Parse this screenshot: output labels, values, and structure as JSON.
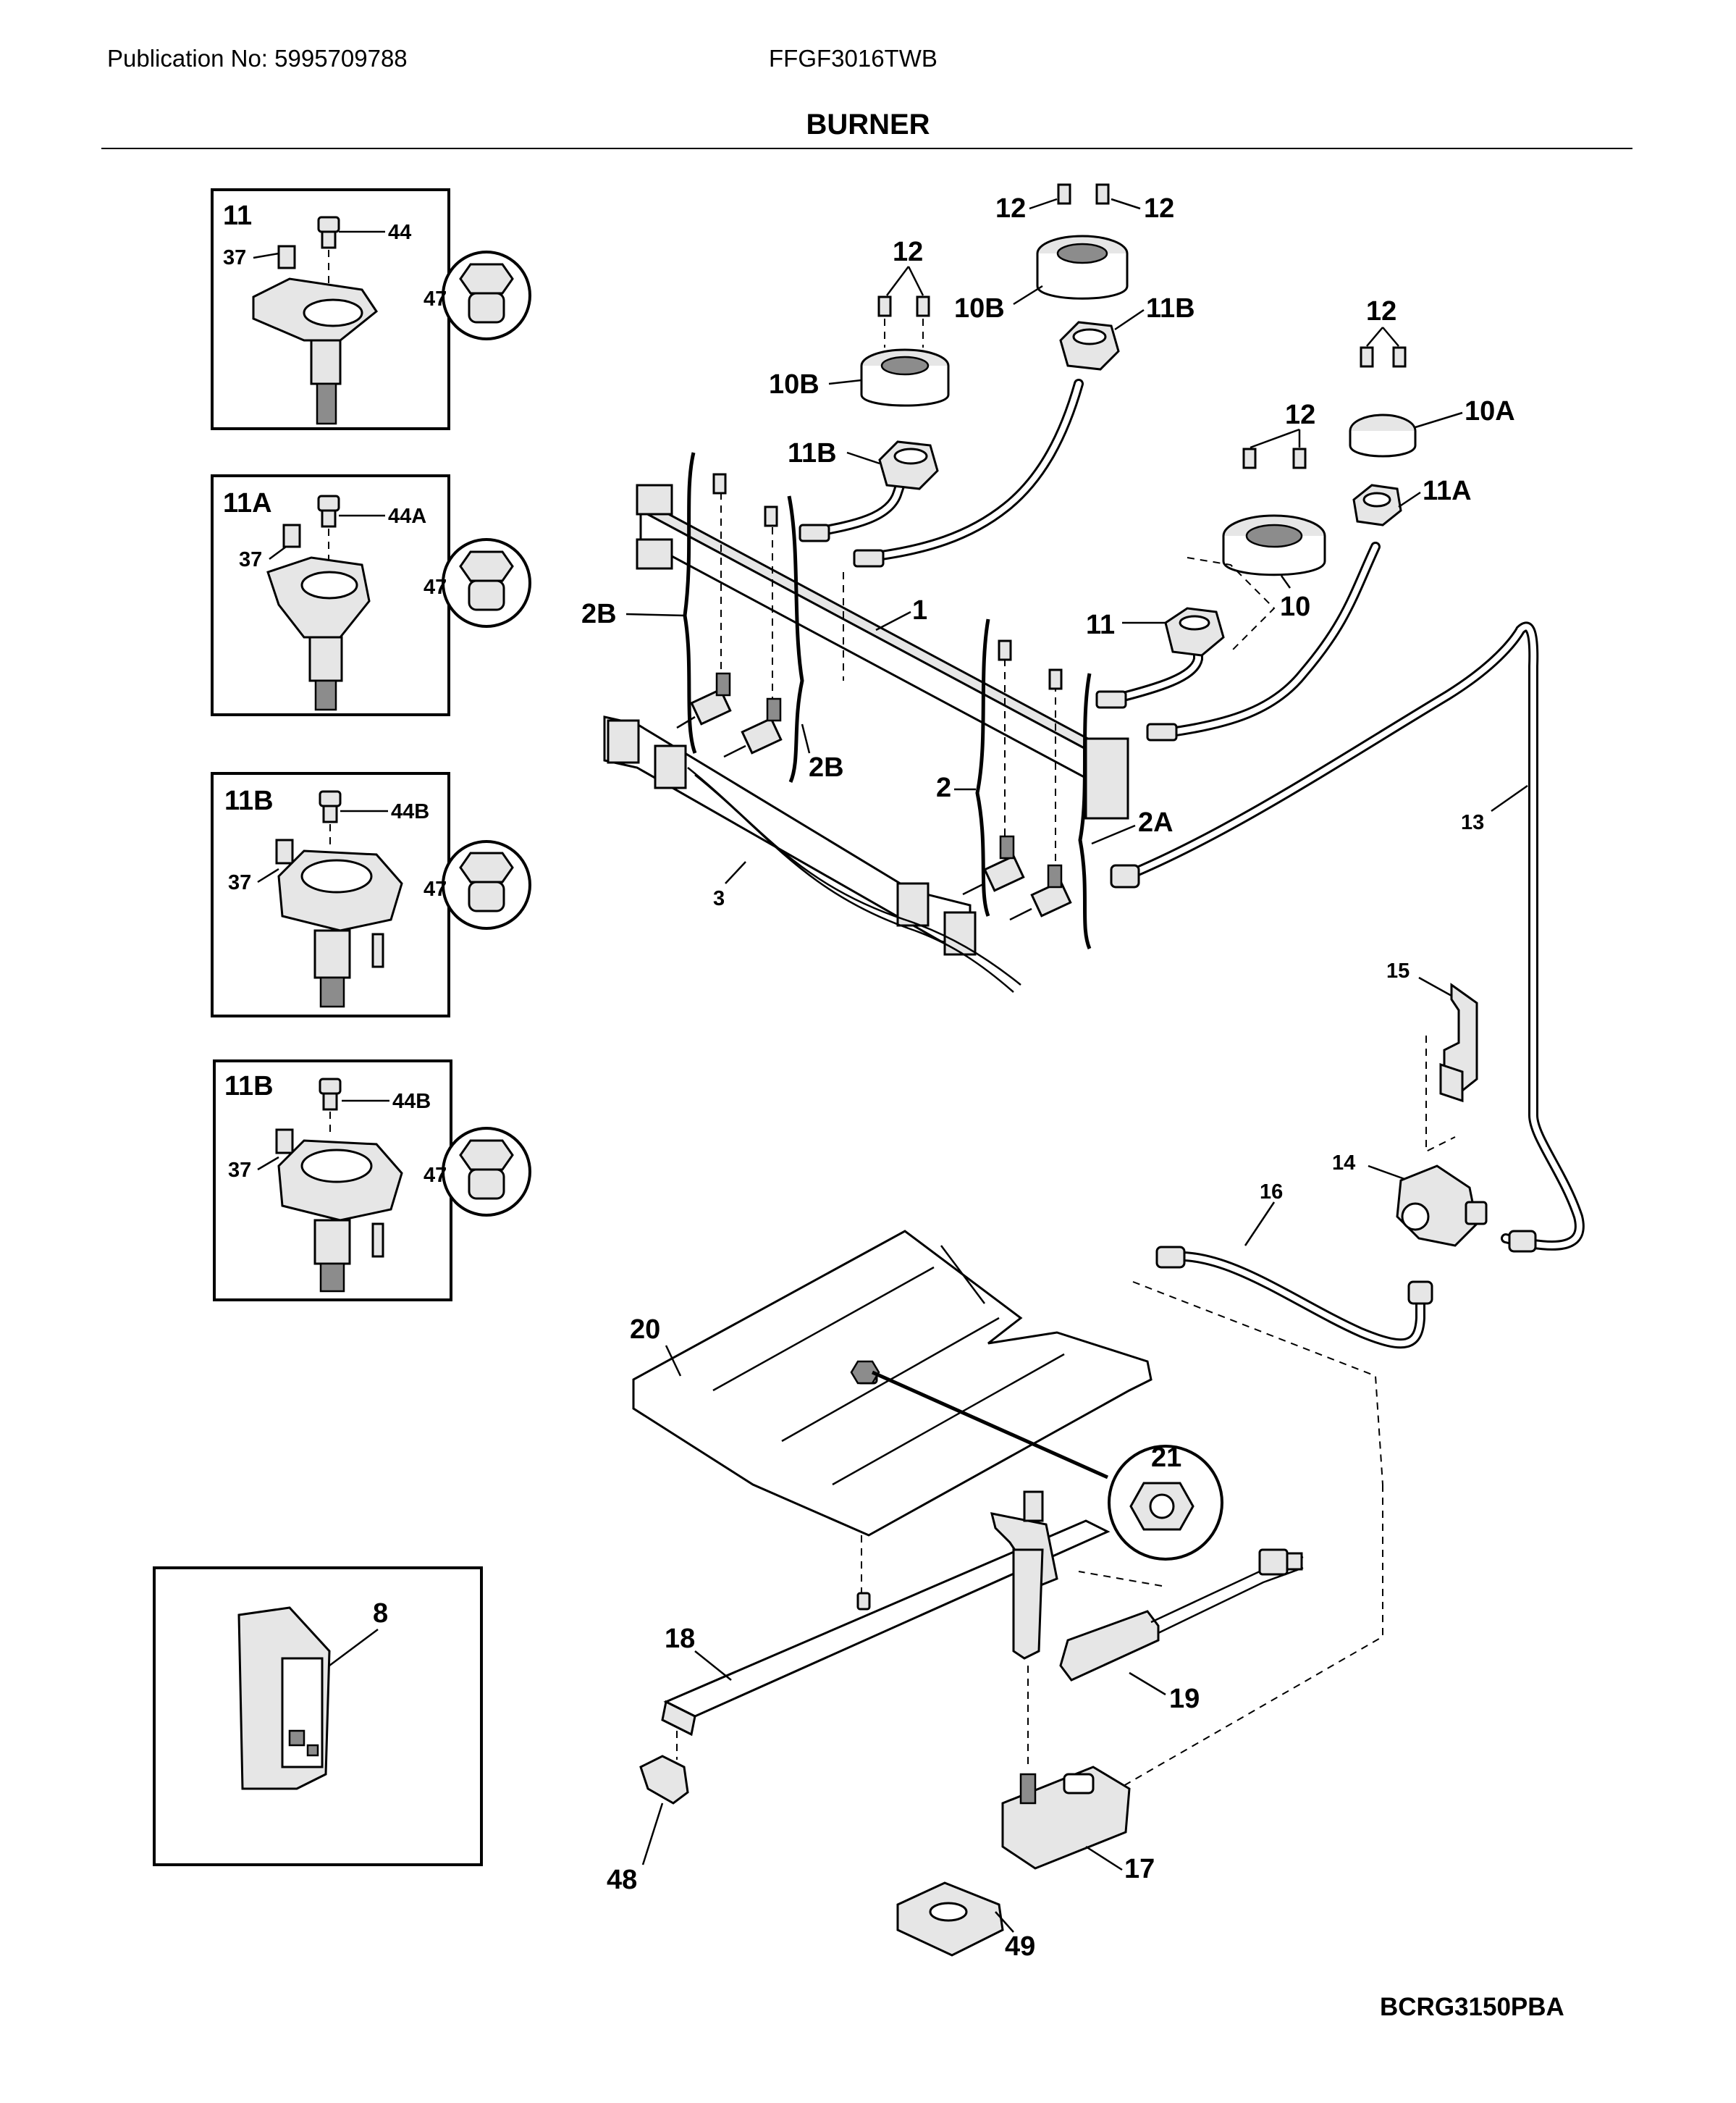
{
  "header": {
    "publication": "Publication No: 5995709788",
    "model": "FFGF3016TWB",
    "title": "BURNER"
  },
  "footer": {
    "code": "BCRG3150PBA"
  },
  "insets": [
    {
      "id": "11",
      "callouts": [
        "11",
        "44",
        "37",
        "47"
      ]
    },
    {
      "id": "11A",
      "callouts": [
        "11A",
        "44A",
        "37",
        "47"
      ]
    },
    {
      "id": "11B",
      "callouts": [
        "11B",
        "44B",
        "37",
        "47"
      ]
    },
    {
      "id": "11B",
      "callouts": [
        "11B",
        "44B",
        "37",
        "47"
      ]
    }
  ],
  "callouts": {
    "c1": "1",
    "c2": "2",
    "c2A": "2A",
    "c2B_left": "2B",
    "c2B_right": "2B",
    "c3": "3",
    "c8": "8",
    "c10": "10",
    "c10A": "10A",
    "c10B_left": "10B",
    "c10B_top": "10B",
    "c11": "11",
    "c11A": "11A",
    "c11B_left": "11B",
    "c11B_top": "11B",
    "c12_a": "12",
    "c12_b": "12",
    "c12_c": "12",
    "c12_d": "12",
    "c12_e": "12",
    "c13": "13",
    "c14": "14",
    "c15": "15",
    "c16": "16",
    "c17": "17",
    "c18": "18",
    "c19": "19",
    "c20": "20",
    "c21": "21",
    "c48": "48",
    "c49": "49"
  }
}
